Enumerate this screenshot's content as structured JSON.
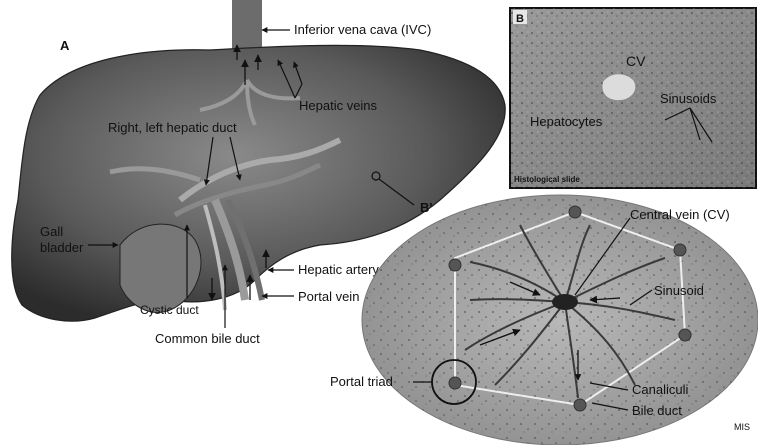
{
  "panels": {
    "a": "A",
    "b": "B",
    "b_prime": "B'"
  },
  "liver_labels": {
    "ivc": "Inferior vena cava (IVC)",
    "hepatic_veins": "Hepatic veins",
    "hepatic_duct": "Right, left hepatic duct",
    "gall": "Gall",
    "bladder": "bladder",
    "hepatic_artery": "Hepatic artery",
    "portal_vein": "Portal vein",
    "cystic_duct": "Cystic duct",
    "common_bile_duct": "Common bile duct"
  },
  "histology_labels": {
    "cv": "CV",
    "sinusoids": "Sinusoids",
    "hepatocytes": "Hepatocytes",
    "caption": "Histological slide"
  },
  "lobule_labels": {
    "central_vein": "Central vein (CV)",
    "sinusoid": "Sinusoid",
    "portal_triad": "Portal triad",
    "canaliculi": "Canaliculi",
    "bile_duct": "Bile duct"
  },
  "watermark": "MIS"
}
